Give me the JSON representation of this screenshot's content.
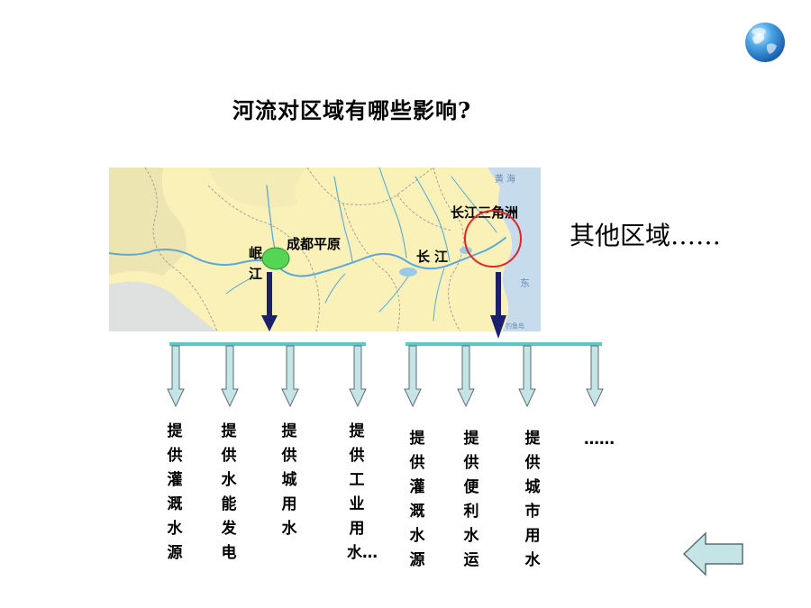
{
  "title": "河流对区域有哪些影响?",
  "other_regions": "其他区域……",
  "map": {
    "labels": {
      "chengdu_plain": "成都平原",
      "minjiang": "岷江",
      "changjiang": "长江",
      "yangtze_delta": "长江三角洲",
      "yellow_sea": "黄 海",
      "east_sea": "东",
      "tide_text": "钓鱼岛"
    }
  },
  "left_group": {
    "items": [
      "提供灌溉水源",
      "提供水能发电",
      "提供城用水",
      "提供工业用水…"
    ]
  },
  "right_group": {
    "items": [
      "提供灌溉水源",
      "提供便利水运",
      "提供城市用水",
      "……"
    ]
  },
  "colors": {
    "bar": "#5bc8c8",
    "down_arrow_fill": "#c5e4e6",
    "down_arrow_stroke": "#5a6e74",
    "map_arrow": "#1a1f6e",
    "delta_circle": "#e0242a",
    "chengdu_ellipse": "#54d654",
    "back_arrow_fill": "#c5e4e6"
  },
  "icons": {
    "globe": "globe-icon",
    "back": "back-arrow-icon"
  }
}
